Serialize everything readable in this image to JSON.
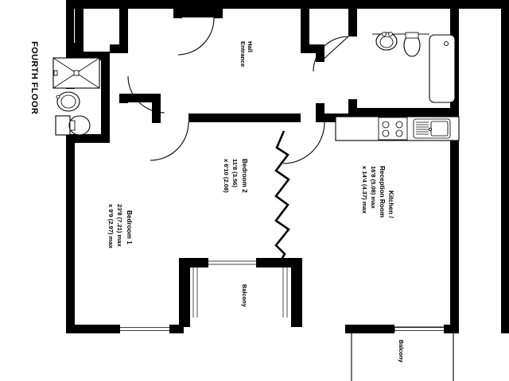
{
  "plan": {
    "floor_label": "FOURTH FLOOR",
    "rooms": [
      {
        "id": "entrance-hall",
        "name_line1": "Entrance",
        "name_line2": "Hall",
        "dim_line1": "",
        "dim_line2": ""
      },
      {
        "id": "bedroom-2",
        "name_line1": "Bedroom 2",
        "dim_line1": "11'8 (3.56)",
        "dim_line2": "x 6'10 (2.08)"
      },
      {
        "id": "bedroom-1",
        "name_line1": "Bedroom 1",
        "dim_line1": "23'8 (7.21) max",
        "dim_line2": "x 9'9 (2.97) max"
      },
      {
        "id": "kitchen-reception-room",
        "name_line1": "Kitchen /",
        "name_line2": "Reception Room",
        "dim_line1": "16'8 (5.08) max",
        "dim_line2": "x 14'4 (4.37) max"
      },
      {
        "id": "balcony-centre",
        "name_line1": "Balcony"
      },
      {
        "id": "balcony-right",
        "name_line1": "Balcony"
      }
    ],
    "fixtures": [
      {
        "id": "shower-tray",
        "label": "shower"
      },
      {
        "id": "wash-basin-bathroom1",
        "label": "basin"
      },
      {
        "id": "toilet-bathroom1",
        "label": "wc"
      },
      {
        "id": "wash-basin-bathroom2",
        "label": "basin"
      },
      {
        "id": "toilet-bathroom2",
        "label": "wc"
      },
      {
        "id": "bathtub",
        "label": "bath"
      },
      {
        "id": "kitchen-hob",
        "label": "hob"
      },
      {
        "id": "kitchen-sink",
        "label": "sink"
      }
    ],
    "colors": {
      "wall": "#000000",
      "room": "#ffffff",
      "background": "#ffffff",
      "line": "#000000"
    }
  }
}
